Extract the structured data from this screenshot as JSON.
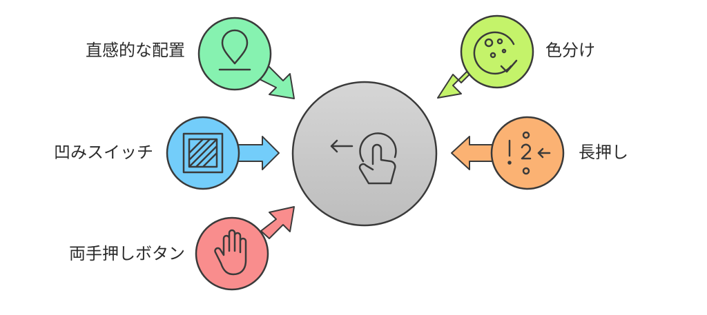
{
  "diagram": {
    "center": {
      "icon": "back-arrow-tap-icon",
      "color": "#cccccc"
    },
    "nodes": [
      {
        "id": "intuitive-layout",
        "label": "直感的な配置",
        "icon": "location-pin-icon",
        "color": "#86f2b0"
      },
      {
        "id": "recessed-switch",
        "label": "凹みスイッチ",
        "icon": "hatched-square-icon",
        "color": "#73cdfa"
      },
      {
        "id": "two-hand-button",
        "label": "両手押しボタン",
        "icon": "hand-icon",
        "color": "#f98d8d"
      },
      {
        "id": "color-coding",
        "label": "色分け",
        "icon": "palette-icon",
        "color": "#c4f36a"
      },
      {
        "id": "long-press",
        "label": "長押し",
        "icon": "sequence-steps-icon",
        "color": "#fbb273"
      }
    ],
    "stroke_color": "#3a3a3a"
  }
}
